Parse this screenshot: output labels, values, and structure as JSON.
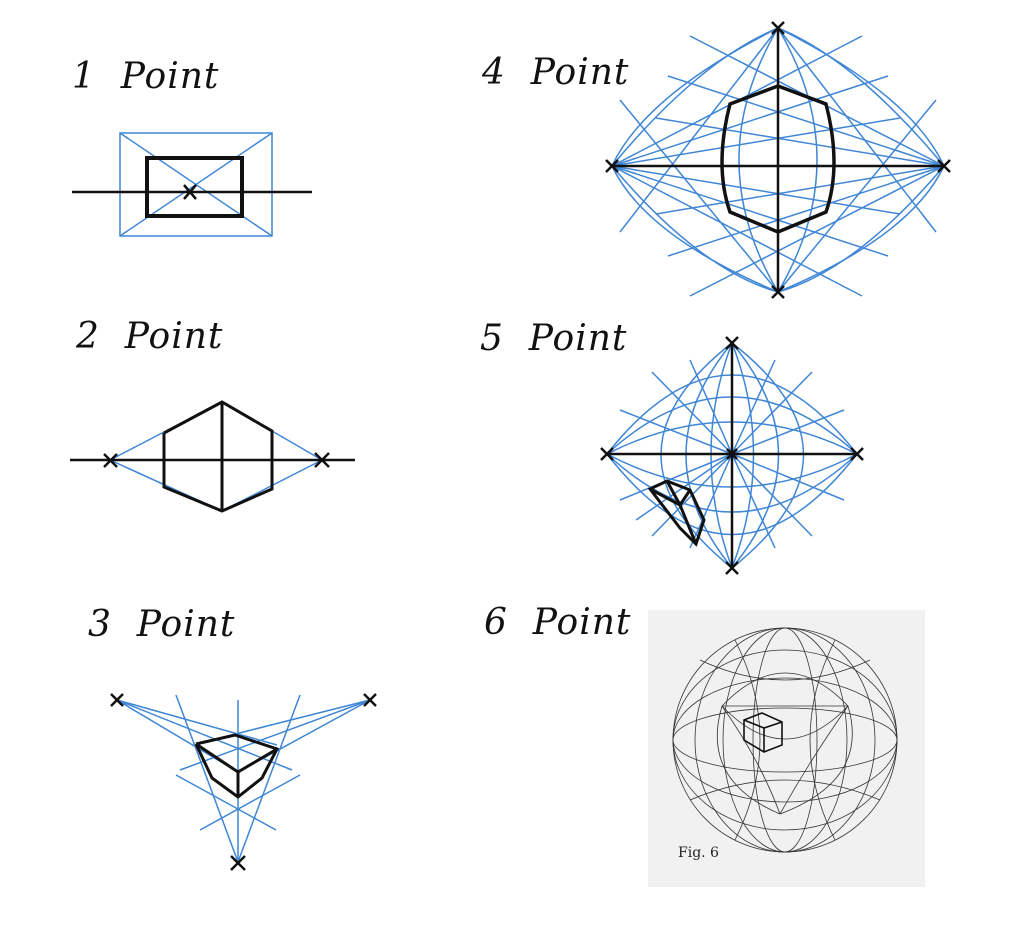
{
  "diagrams": [
    {
      "id": "p1",
      "label": "1  Point"
    },
    {
      "id": "p2",
      "label": "2  Point"
    },
    {
      "id": "p3",
      "label": "3  Point"
    },
    {
      "id": "p4",
      "label": "4  Point"
    },
    {
      "id": "p5",
      "label": "5  Point"
    },
    {
      "id": "p6",
      "label": "6  Point",
      "caption": "Fig. 6"
    }
  ],
  "colors": {
    "guide_line": "#3f86d6",
    "ink": "#111111",
    "fig6_background": "#f1f1f1",
    "fig6_line": "#333333"
  },
  "icons": [
    "vanishing-point-x-marker",
    "cube-icon"
  ]
}
